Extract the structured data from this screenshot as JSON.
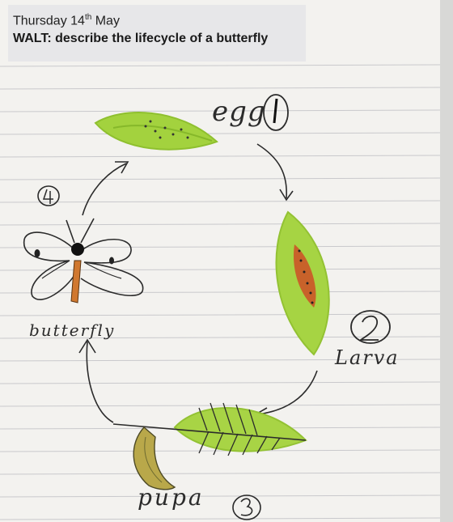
{
  "header": {
    "date_text": "Thursday 14",
    "date_sup": "th",
    "date_month": " May",
    "walt": "WALT: describe the lifecycle of a butterfly"
  },
  "stages": {
    "egg": {
      "label": "egg",
      "number": "1"
    },
    "larva": {
      "label": "Larva",
      "number": "2"
    },
    "pupa": {
      "label": "pupa",
      "number": "3"
    },
    "butterfly": {
      "label": "butterfly",
      "number": "4"
    }
  },
  "colors": {
    "leaf": "#9fd13a",
    "leaf_dark": "#7fb52a",
    "larva": "#c8622a",
    "pupa": "#b9a34a",
    "pen": "#2b2b2b",
    "ruled_line": "#c9c9cc"
  }
}
